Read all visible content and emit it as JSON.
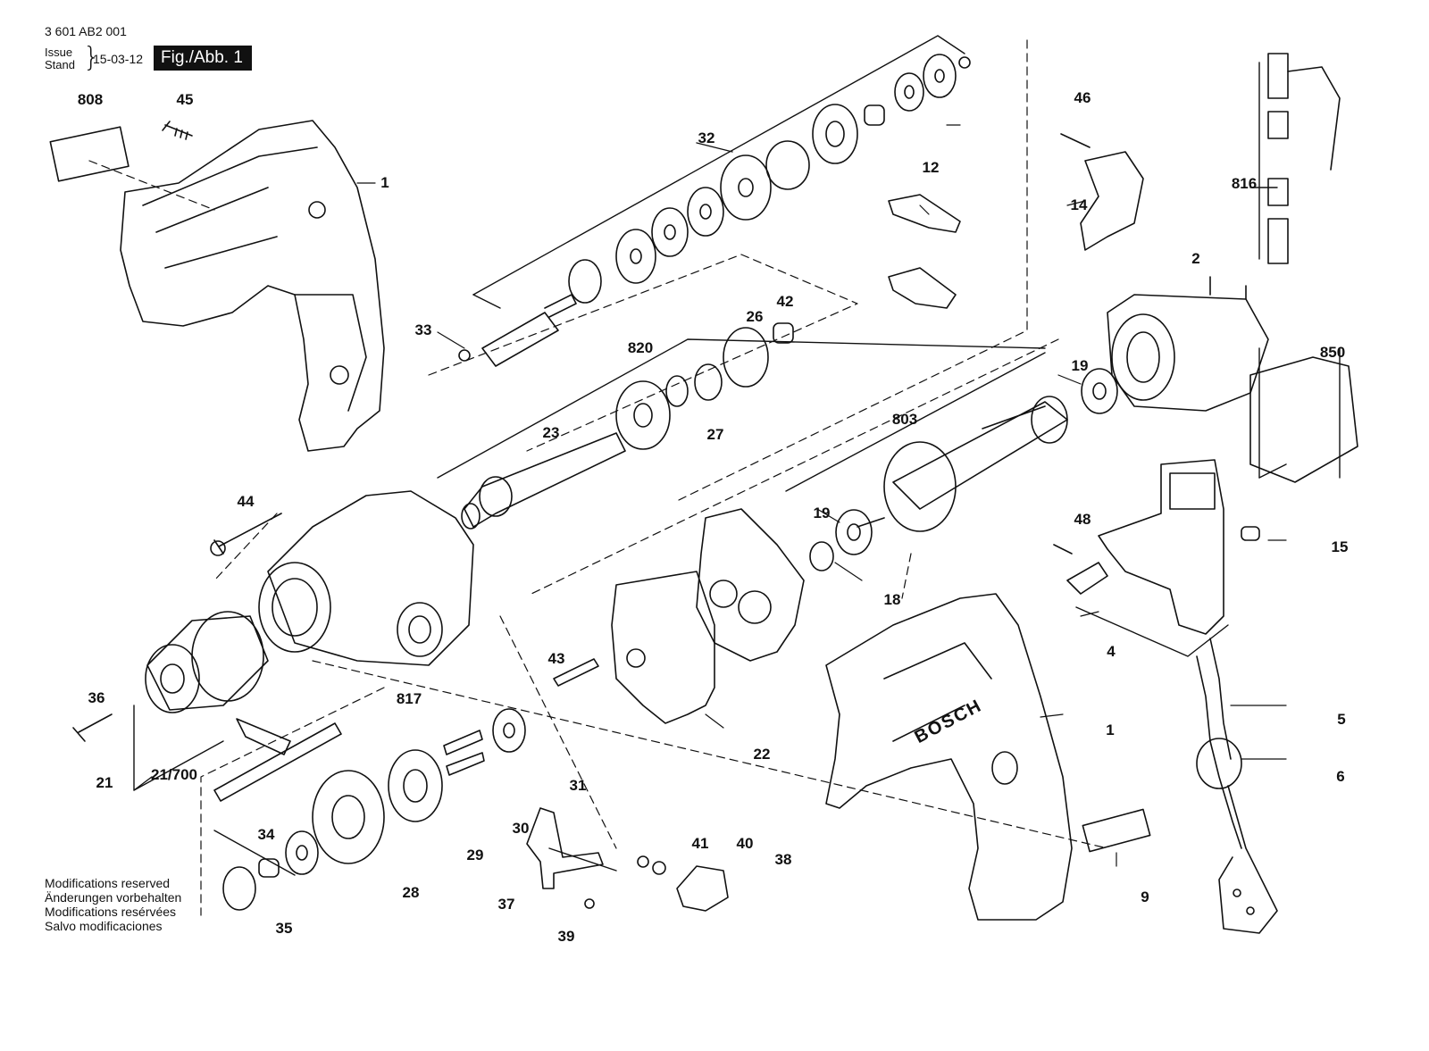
{
  "header": {
    "doc_number": "3 601 AB2 001",
    "issue_label": "Issue",
    "stand_label": "Stand",
    "issue_date": "15-03-12",
    "figure_label": "Fig./Abb. 1"
  },
  "modifications": [
    "Modifications reserved",
    "Änderungen vorbehalten",
    "Modifications resérvées",
    "Salvo modificaciones"
  ],
  "brand_mark": "BOSCH",
  "part_labels": {
    "p808": "808",
    "p45": "45",
    "p1a": "1",
    "p32": "32",
    "p33": "33",
    "p820": "820",
    "p26": "26",
    "p42": "42",
    "p27": "27",
    "p23": "23",
    "p44": "44",
    "p36": "36",
    "p21": "21",
    "p21_700": "21/700",
    "p43": "43",
    "p817": "817",
    "p34": "34",
    "p35": "35",
    "p28": "28",
    "p29": "29",
    "p30": "30",
    "p31": "31",
    "p37": "37",
    "p39": "39",
    "p41": "41",
    "p40": "40",
    "p38": "38",
    "p22": "22",
    "p19a": "19",
    "p18": "18",
    "p803": "803",
    "p19b": "19",
    "p46": "46",
    "p12": "12",
    "p14": "14",
    "p816": "816",
    "p2": "2",
    "p850": "850",
    "p48": "48",
    "p15": "15",
    "p4": "4",
    "p1b": "1",
    "p5": "5",
    "p6": "6",
    "p9": "9"
  }
}
